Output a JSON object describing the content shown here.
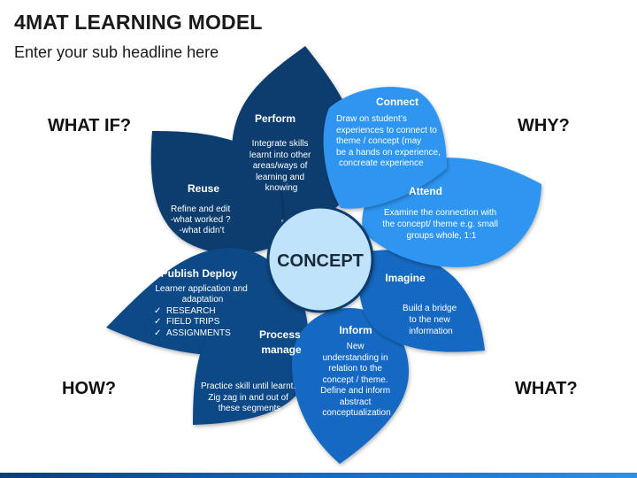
{
  "header": {
    "title": "4MAT LEARNING MODEL",
    "subtitle": "Enter your sub headline here"
  },
  "quadrants": {
    "what_if": "WHAT IF?",
    "why": "WHY?",
    "how": "HOW?",
    "what": "WHAT?"
  },
  "center": {
    "label": "CONCEPT"
  },
  "petals": {
    "connect": {
      "title": "Connect",
      "lines": [
        "Draw on student’s",
        "experiences to connect to",
        "theme / concept (may",
        "be a hands on experience,",
        "concreate  experience"
      ]
    },
    "attend": {
      "title": "Attend",
      "lines": [
        "Examine the connection with",
        "the concept/ theme e.g. small",
        "groups whole, 1:1"
      ]
    },
    "imagine": {
      "title": "Imagine",
      "lines": [
        "Build a bridge",
        "to the new",
        "information"
      ]
    },
    "inform": {
      "title": "Inform",
      "lines": [
        "New",
        "understanding in",
        "relation to the",
        "concept / theme.",
        "Define and inform",
        "abstract",
        "conceptualization"
      ]
    },
    "process": {
      "title_lines": [
        "Process",
        "manage"
      ],
      "lines": [
        "Practice skill until learnt.",
        "Zig zag in and out of",
        "these segments"
      ]
    },
    "publish": {
      "title": "Publish Deploy",
      "lines": [
        "Learner application and",
        "adaptation"
      ],
      "bullets": [
        "RESEARCH",
        "FIELD TRIPS",
        "ASSIGNMENTS"
      ],
      "bullet_glyph": "✓"
    },
    "reuse": {
      "title": "Reuse",
      "lines": [
        "Refine and edit",
        "-what worked ?",
        "-what didn’t"
      ]
    },
    "perform": {
      "title": "Perform",
      "lines": [
        "Integrate skills",
        "learnt into other",
        "areas/ways of",
        "learning and",
        "knowing"
      ]
    }
  },
  "colors": {
    "navy": "#0f3d6e",
    "dark_blue": "#0d4a86",
    "mid_blue": "#1669c2",
    "light_blue": "#2f95f0",
    "center_fill": "#bfe3fb"
  }
}
